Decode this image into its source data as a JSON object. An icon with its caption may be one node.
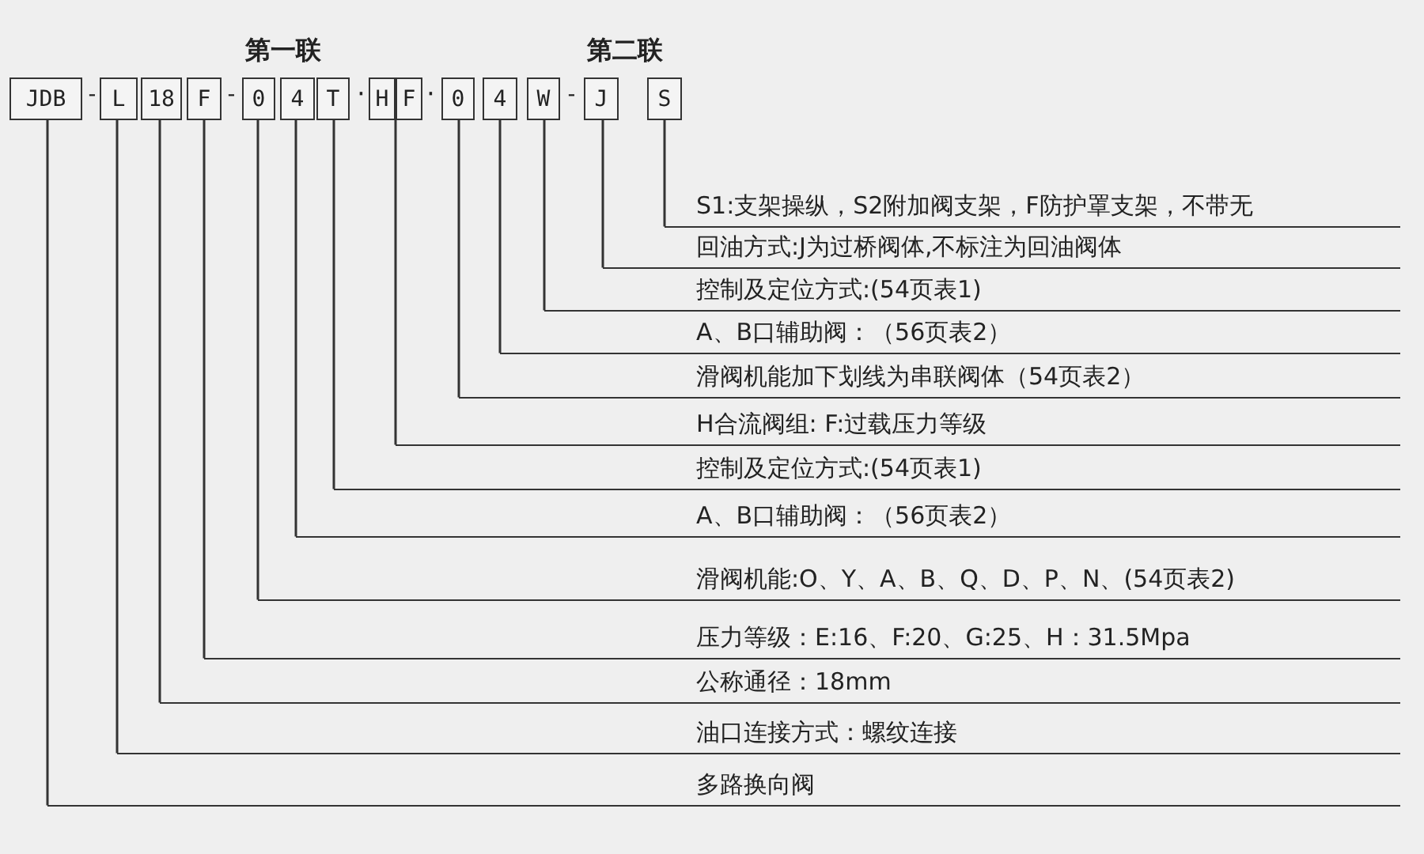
{
  "diagram": {
    "nodes": [
      {
        "text": [
          "JDB"
        ]
      },
      {
        "text": [
          "L"
        ]
      },
      {
        "text": [
          "18"
        ]
      },
      {
        "text": [
          "F"
        ]
      },
      {
        "text": [
          "0"
        ]
      },
      {
        "text": [
          "4"
        ]
      },
      {
        "text": [
          "T"
        ]
      },
      {
        "text": [
          "H"
        ]
      },
      {
        "text": [
          "F"
        ]
      },
      {
        "text": [
          "0"
        ]
      },
      {
        "text": [
          "4"
        ]
      },
      {
        "text": [
          "W"
        ]
      },
      {
        "text": [
          "J"
        ]
      },
      {
        "text": [
          "S"
        ]
      },
      {
        "text": [
          "S1:支架操纵，S2附加阀支架，F防护罩支架，不带无"
        ]
      },
      {
        "text": [
          "回油方式:J为过桥阀体,不标注为回油阀体"
        ]
      },
      {
        "text": [
          "控制及定位方式:(54页表1)"
        ]
      },
      {
        "text": [
          "A、B口辅助阀：（56页表2）"
        ]
      },
      {
        "text": [
          "滑阀机能加下划线为串联阀体（54页表2）"
        ]
      },
      {
        "text": [
          "H合流阀组:  F:过载压力等级"
        ]
      },
      {
        "text": [
          "控制及定位方式:(54页表1)"
        ]
      },
      {
        "text": [
          "A、B口辅助阀：（56页表2）"
        ]
      },
      {
        "text": [
          "滑阀机能:O、Y、A、B、Q、D、P、N、(54页表2)"
        ]
      },
      {
        "text": [
          "压力等级：E:16、F:20、G:25、H：31.5Mpa"
        ]
      },
      {
        "text": [
          "公称通径：18mm"
        ]
      },
      {
        "text": [
          "油口连接方式：螺纹连接"
        ]
      },
      {
        "text": [
          "多路换向阀"
        ]
      }
    ],
    "edges": [
      {
        "from": 13,
        "to": 14,
        "arrow": "none"
      },
      {
        "from": 12,
        "to": 15,
        "arrow": "none"
      },
      {
        "from": 11,
        "to": 16,
        "arrow": "none"
      },
      {
        "from": 10,
        "to": 17,
        "arrow": "none"
      },
      {
        "from": 9,
        "to": 18,
        "arrow": "none"
      },
      {
        "from": 7,
        "to": 19,
        "arrow": "none"
      },
      {
        "from": 8,
        "to": 19,
        "arrow": "none"
      },
      {
        "from": 6,
        "to": 20,
        "arrow": "none"
      },
      {
        "from": 5,
        "to": 21,
        "arrow": "none"
      },
      {
        "from": 4,
        "to": 22,
        "arrow": "none"
      },
      {
        "from": 3,
        "to": 23,
        "arrow": "none"
      },
      {
        "from": 2,
        "to": 24,
        "arrow": "none"
      },
      {
        "from": 1,
        "to": 25,
        "arrow": "none"
      },
      {
        "from": 0,
        "to": 26,
        "arrow": "none"
      }
    ],
    "labels": [
      "第一联",
      "第二联",
      "-",
      "-",
      "·",
      "·",
      "-"
    ]
  }
}
